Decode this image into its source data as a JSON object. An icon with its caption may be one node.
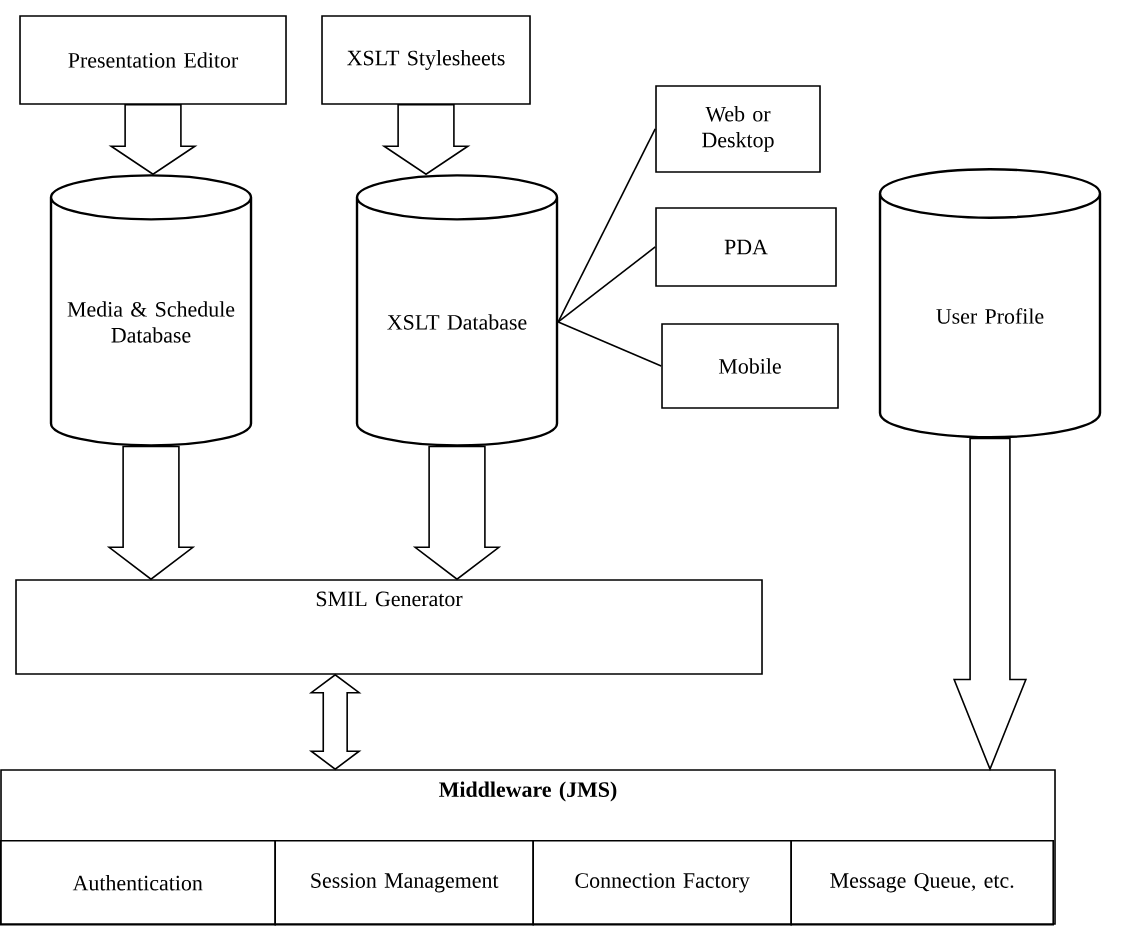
{
  "diagram": {
    "nodes": [
      {
        "text": [
          "Presentation Editor"
        ]
      },
      {
        "text": [
          "XSLT Stylesheets"
        ]
      },
      {
        "text": [
          "Web or Desktop"
        ]
      },
      {
        "text": [
          "Media & Schedule Database"
        ]
      },
      {
        "text": [
          "XSLT Database"
        ]
      },
      {
        "text": [
          "PDA"
        ]
      },
      {
        "text": [
          "User Profile"
        ]
      },
      {
        "text": [
          "Mobile"
        ]
      },
      {
        "text": [
          "SMIL Generator"
        ]
      },
      {
        "text": [
          "Middleware (JMS)"
        ]
      },
      {
        "text": [
          "Authentication"
        ],
        "in": 9
      },
      {
        "text": [
          "Session Management"
        ],
        "in": 9
      },
      {
        "text": [
          "Connection Factory"
        ],
        "in": 9
      },
      {
        "text": [
          "Message Queue, etc."
        ],
        "in": 9
      }
    ],
    "edges": [
      {
        "from": 0,
        "to": 3,
        "arrow": "to"
      },
      {
        "from": 1,
        "to": 4,
        "arrow": "to"
      },
      {
        "from": 4,
        "to": 2,
        "arrow": "none"
      },
      {
        "from": 4,
        "to": 5,
        "arrow": "none"
      },
      {
        "from": 4,
        "to": 7,
        "arrow": "none"
      },
      {
        "from": 3,
        "to": 8,
        "arrow": "to"
      },
      {
        "from": 4,
        "to": 8,
        "arrow": "to"
      },
      {
        "from": 8,
        "to": 9,
        "arrow": "both"
      },
      {
        "from": 6,
        "to": 9,
        "arrow": "to"
      }
    ]
  }
}
